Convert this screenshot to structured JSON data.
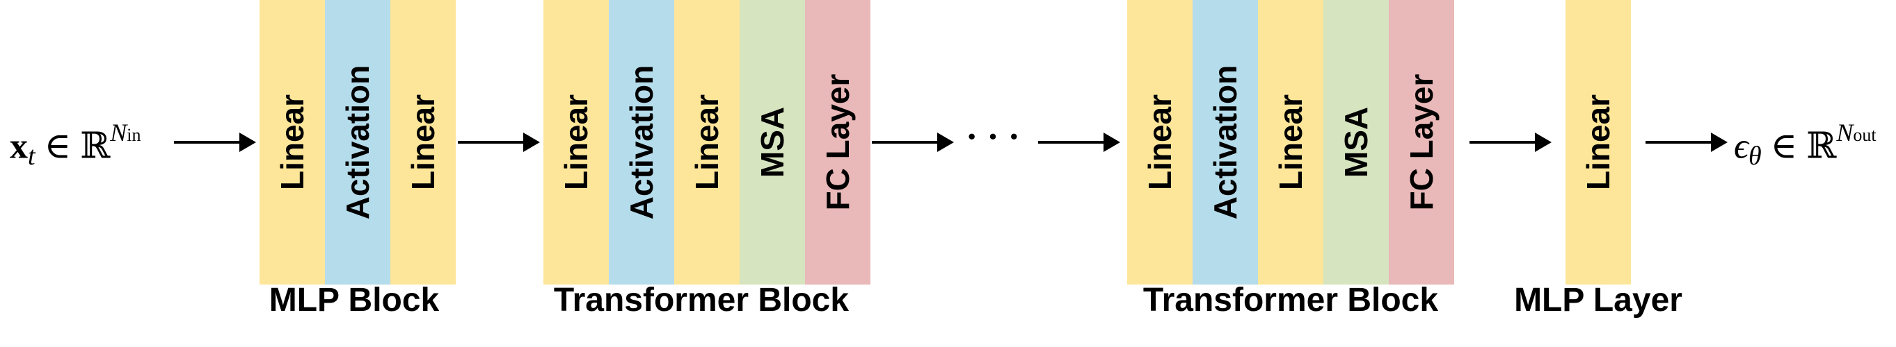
{
  "input": {
    "symbol": "x",
    "sub": "t",
    "in": "∈",
    "set": "ℝ",
    "exp_base": "N",
    "exp_sub": "in"
  },
  "output": {
    "symbol": "ϵ",
    "sub": "θ",
    "in": "∈",
    "set": "ℝ",
    "exp_base": "N",
    "exp_sub": "out"
  },
  "ellipsis": "· · ·",
  "blocks": [
    {
      "caption": "MLP Block",
      "layers": [
        {
          "label": "Linear",
          "color": "#fde699"
        },
        {
          "label": "Activation",
          "color": "#b5dceb"
        },
        {
          "label": "Linear",
          "color": "#fde699"
        }
      ]
    },
    {
      "caption": "Transformer Block",
      "layers": [
        {
          "label": "Linear",
          "color": "#fde699"
        },
        {
          "label": "Activation",
          "color": "#b5dceb"
        },
        {
          "label": "Linear",
          "color": "#fde699"
        },
        {
          "label": "MSA",
          "color": "#d6e4bf"
        },
        {
          "label": "FC Layer",
          "color": "#e9b8b8"
        }
      ]
    },
    {
      "caption": "Transformer Block",
      "layers": [
        {
          "label": "Linear",
          "color": "#fde699"
        },
        {
          "label": "Activation",
          "color": "#b5dceb"
        },
        {
          "label": "Linear",
          "color": "#fde699"
        },
        {
          "label": "MSA",
          "color": "#d6e4bf"
        },
        {
          "label": "FC Layer",
          "color": "#e9b8b8"
        }
      ]
    },
    {
      "caption": "MLP Layer",
      "layers": [
        {
          "label": "Linear",
          "color": "#fde699"
        }
      ]
    }
  ]
}
